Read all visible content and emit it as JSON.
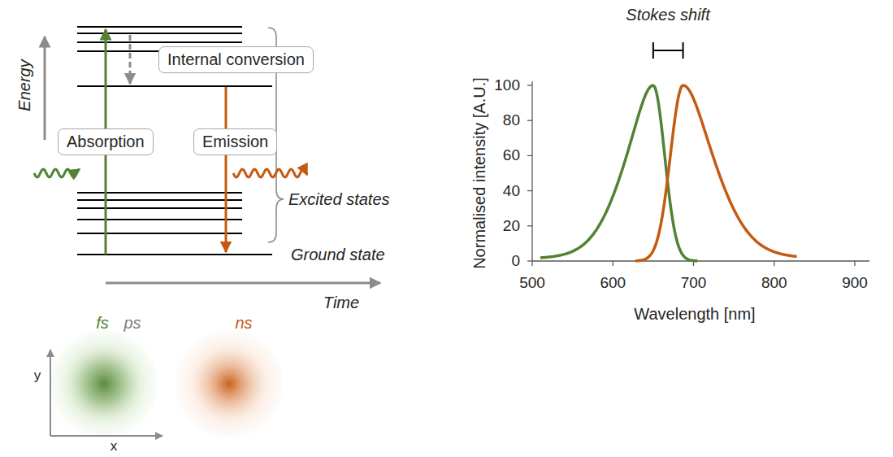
{
  "diagram": {
    "nodes": [
      {
        "text": [
          "Internal conversion"
        ]
      },
      {
        "text": [
          "Absorption"
        ]
      },
      {
        "text": [
          "Emission"
        ]
      }
    ],
    "labels": [
      "Energy",
      "Excited states",
      "Ground state",
      "Time",
      "fs",
      "ps",
      "ns",
      "y",
      "x",
      "Stokes shift",
      "100",
      "80",
      "60",
      "40",
      "20",
      "0",
      "500",
      "600",
      "700",
      "800",
      "900",
      "Normalised intensity [A.U.]",
      "Wavelength [nm]"
    ]
  }
}
